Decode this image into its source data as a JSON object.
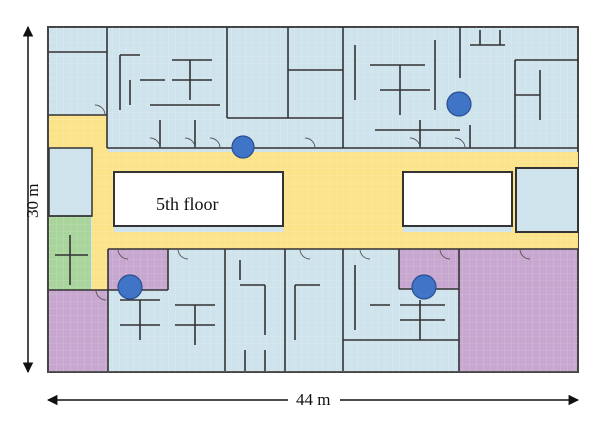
{
  "floor_label": "5th floor",
  "dimensions": {
    "height_label": "30 m",
    "width_label": "44 m"
  },
  "legend_colors": {
    "office": "#cfe3ec",
    "corridor": "#fbe38a",
    "purple_zone": "#c7a6cf",
    "green_zone": "#a9d59c",
    "marker": "#3f74c6",
    "wall": "#333333"
  },
  "markers": [
    {
      "name": "marker-top-center"
    },
    {
      "name": "marker-top-right"
    },
    {
      "name": "marker-bottom-left"
    },
    {
      "name": "marker-bottom-right"
    }
  ]
}
